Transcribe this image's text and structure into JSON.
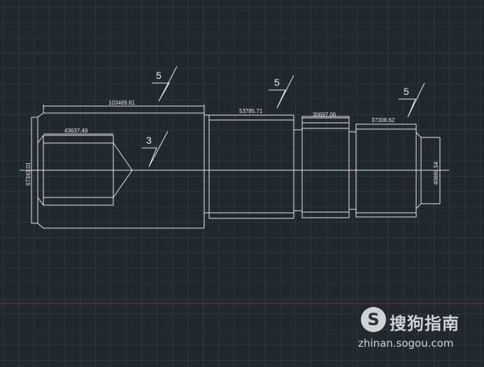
{
  "drawing": {
    "dimensions": {
      "overall_left": "103489.81",
      "bore_depth": "43637.49",
      "middle_section": "53785.71",
      "groove_section": "30697.06",
      "right_section": "37308.62",
      "left_diameter": "67343.01",
      "right_diameter": "40860.54"
    },
    "roughness": {
      "sym1": "5",
      "sym2": "5",
      "sym3": "5",
      "sym4": "3"
    }
  },
  "watermark": {
    "brand": "搜狗指南",
    "url": "zhinan.sogou.com",
    "logo_glyph": "S"
  },
  "colors": {
    "background": "#212830",
    "grid": "#2e3640",
    "lines": "#e8e8e8",
    "axis_red": "#7a2a2e"
  }
}
